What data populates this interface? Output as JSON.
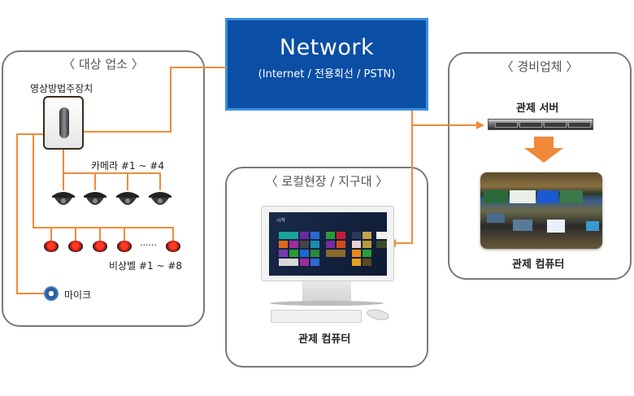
{
  "network": {
    "title": "Network",
    "subtitle": "(Internet / 전용회선 / PSTN)",
    "color": "#0a4fa5"
  },
  "site_panel": {
    "title": "〈 대상 업소 〉",
    "dvr_label": "영상방법주장치",
    "camera_label": "카메라 #1 ~ #4",
    "camera_count": 4,
    "bell_label": "비상벨 #1 ~ #8",
    "bell_ellipsis": "......",
    "mic_label": "마이크"
  },
  "local_panel": {
    "title": "〈 로컬현장 / 지구대 〉",
    "computer_label": "관제 컴퓨터",
    "screen_start_text": "시작"
  },
  "security_panel": {
    "title": "〈 경비업체 〉",
    "server_label": "관제 서버",
    "computer_label": "관제 컴퓨터"
  },
  "colors": {
    "wire": "#f08a3a",
    "panel_border": "#7a7a7a"
  }
}
